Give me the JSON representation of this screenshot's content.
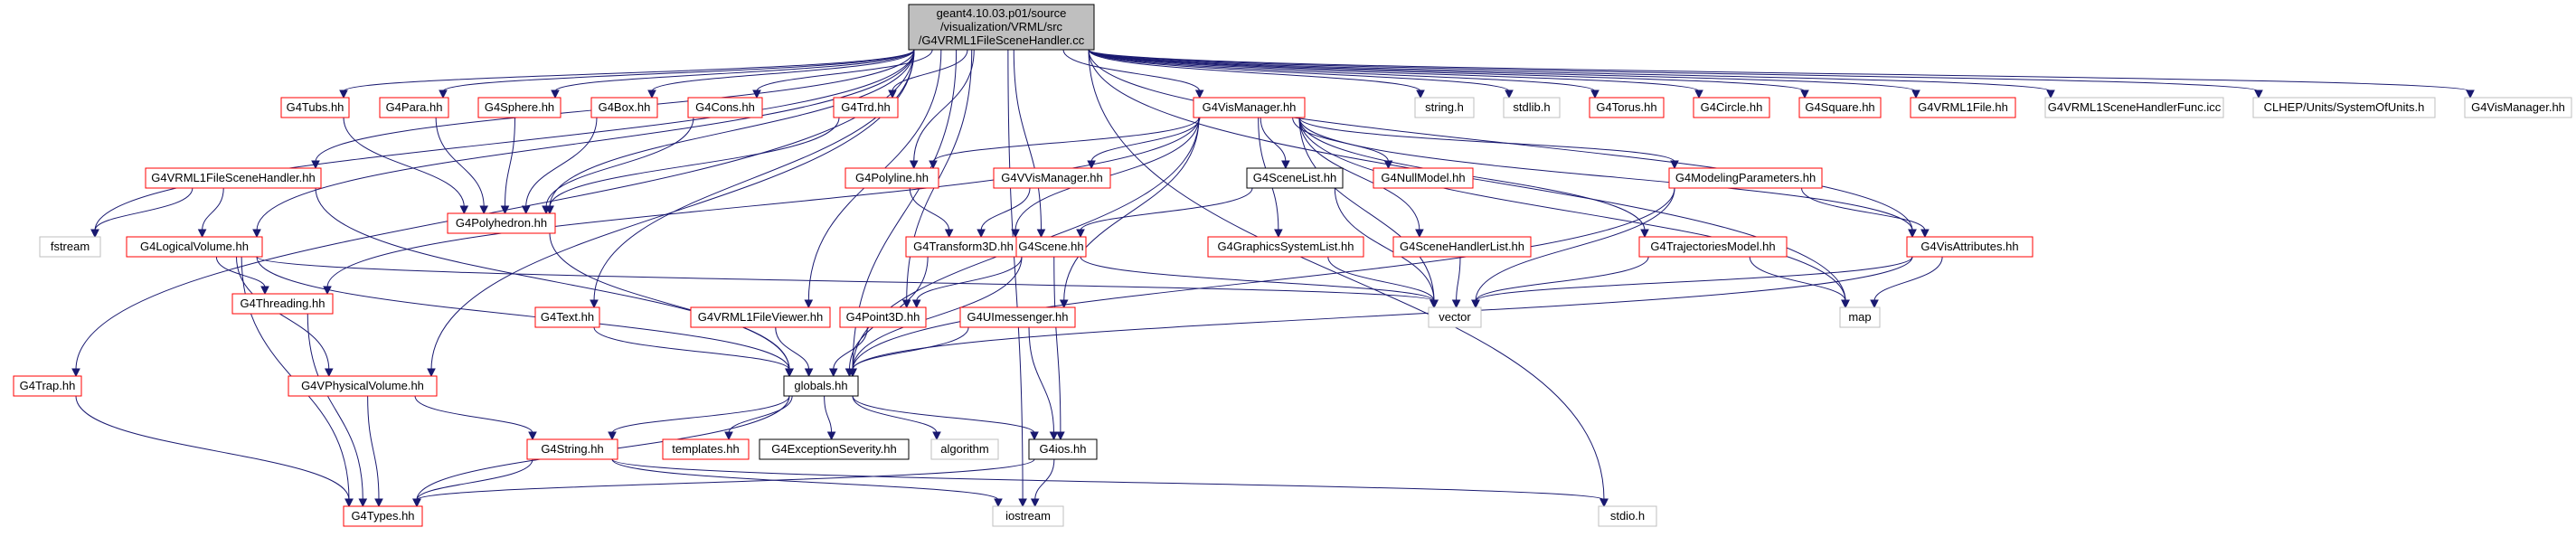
{
  "colors": {
    "edge": "#191970",
    "border_missing": "#ff0000",
    "border_documented": "#000000",
    "border_external": "#bfbfbf",
    "root_fill": "#bfbfbf"
  },
  "nodes": [
    {
      "id": "root",
      "lines": [
        "geant4.10.03.p01/source",
        "/visualization/VRML/src",
        "/G4VRML1FileSceneHandler.cc"
      ],
      "kind": "root"
    },
    {
      "id": "tubs",
      "lines": [
        "G4Tubs.hh"
      ],
      "kind": "missing"
    },
    {
      "id": "para",
      "lines": [
        "G4Para.hh"
      ],
      "kind": "missing"
    },
    {
      "id": "sphere",
      "lines": [
        "G4Sphere.hh"
      ],
      "kind": "missing"
    },
    {
      "id": "box",
      "lines": [
        "G4Box.hh"
      ],
      "kind": "missing"
    },
    {
      "id": "cons",
      "lines": [
        "G4Cons.hh"
      ],
      "kind": "missing"
    },
    {
      "id": "trd",
      "lines": [
        "G4Trd.hh"
      ],
      "kind": "missing"
    },
    {
      "id": "vismgr",
      "lines": [
        "G4VisManager.hh"
      ],
      "kind": "missing"
    },
    {
      "id": "stringh",
      "lines": [
        "string.h"
      ],
      "kind": "external"
    },
    {
      "id": "stdlibh",
      "lines": [
        "stdlib.h"
      ],
      "kind": "external"
    },
    {
      "id": "torus",
      "lines": [
        "G4Torus.hh"
      ],
      "kind": "missing"
    },
    {
      "id": "circle",
      "lines": [
        "G4Circle.hh"
      ],
      "kind": "missing"
    },
    {
      "id": "square",
      "lines": [
        "G4Square.hh"
      ],
      "kind": "missing"
    },
    {
      "id": "vrml1file",
      "lines": [
        "G4VRML1File.hh"
      ],
      "kind": "missing"
    },
    {
      "id": "shfunc",
      "lines": [
        "G4VRML1SceneHandlerFunc.icc"
      ],
      "kind": "external"
    },
    {
      "id": "clhep",
      "lines": [
        "CLHEP/Units/SystemOfUnits.h"
      ],
      "kind": "external"
    },
    {
      "id": "vismgr2",
      "lines": [
        "G4VisManager.hh"
      ],
      "kind": "external"
    },
    {
      "id": "vrmlsh",
      "lines": [
        "G4VRML1FileSceneHandler.hh"
      ],
      "kind": "missing"
    },
    {
      "id": "polyhedron",
      "lines": [
        "G4Polyhedron.hh"
      ],
      "kind": "missing"
    },
    {
      "id": "polyline",
      "lines": [
        "G4Polyline.hh"
      ],
      "kind": "missing"
    },
    {
      "id": "vvismgr",
      "lines": [
        "G4VVisManager.hh"
      ],
      "kind": "missing"
    },
    {
      "id": "scenelist",
      "lines": [
        "G4SceneList.hh"
      ],
      "kind": "documented"
    },
    {
      "id": "nullmodel",
      "lines": [
        "G4NullModel.hh"
      ],
      "kind": "missing"
    },
    {
      "id": "modparams",
      "lines": [
        "G4ModelingParameters.hh"
      ],
      "kind": "missing"
    },
    {
      "id": "fstream",
      "lines": [
        "fstream"
      ],
      "kind": "external"
    },
    {
      "id": "logvol",
      "lines": [
        "G4LogicalVolume.hh"
      ],
      "kind": "missing"
    },
    {
      "id": "transform3d",
      "lines": [
        "G4Transform3D.hh"
      ],
      "kind": "missing"
    },
    {
      "id": "scene",
      "lines": [
        "G4Scene.hh"
      ],
      "kind": "missing"
    },
    {
      "id": "gsyslist",
      "lines": [
        "G4GraphicsSystemList.hh"
      ],
      "kind": "missing"
    },
    {
      "id": "shlist",
      "lines": [
        "G4SceneHandlerList.hh"
      ],
      "kind": "missing"
    },
    {
      "id": "trajmodel",
      "lines": [
        "G4TrajectoriesModel.hh"
      ],
      "kind": "missing"
    },
    {
      "id": "visattr",
      "lines": [
        "G4VisAttributes.hh"
      ],
      "kind": "missing"
    },
    {
      "id": "threading",
      "lines": [
        "G4Threading.hh"
      ],
      "kind": "missing"
    },
    {
      "id": "text",
      "lines": [
        "G4Text.hh"
      ],
      "kind": "missing"
    },
    {
      "id": "vrmlviewer",
      "lines": [
        "G4VRML1FileViewer.hh"
      ],
      "kind": "missing"
    },
    {
      "id": "point3d",
      "lines": [
        "G4Point3D.hh"
      ],
      "kind": "missing"
    },
    {
      "id": "uimessenger",
      "lines": [
        "G4UImessenger.hh"
      ],
      "kind": "missing"
    },
    {
      "id": "vector",
      "lines": [
        "vector"
      ],
      "kind": "external"
    },
    {
      "id": "map",
      "lines": [
        "map"
      ],
      "kind": "external"
    },
    {
      "id": "trap",
      "lines": [
        "G4Trap.hh"
      ],
      "kind": "missing"
    },
    {
      "id": "vphysvol",
      "lines": [
        "G4VPhysicalVolume.hh"
      ],
      "kind": "missing"
    },
    {
      "id": "globals",
      "lines": [
        "globals.hh"
      ],
      "kind": "documented"
    },
    {
      "id": "g4string",
      "lines": [
        "G4String.hh"
      ],
      "kind": "missing"
    },
    {
      "id": "templates",
      "lines": [
        "templates.hh"
      ],
      "kind": "missing"
    },
    {
      "id": "exsev",
      "lines": [
        "G4ExceptionSeverity.hh"
      ],
      "kind": "documented"
    },
    {
      "id": "algorithm",
      "lines": [
        "algorithm"
      ],
      "kind": "external"
    },
    {
      "id": "g4ios",
      "lines": [
        "G4ios.hh"
      ],
      "kind": "documented"
    },
    {
      "id": "types",
      "lines": [
        "G4Types.hh"
      ],
      "kind": "missing"
    },
    {
      "id": "iostream",
      "lines": [
        "iostream"
      ],
      "kind": "external"
    },
    {
      "id": "stdioh",
      "lines": [
        "stdio.h"
      ],
      "kind": "external"
    }
  ],
  "edges": [
    [
      "root",
      "tubs"
    ],
    [
      "root",
      "para"
    ],
    [
      "root",
      "sphere"
    ],
    [
      "root",
      "box"
    ],
    [
      "root",
      "cons"
    ],
    [
      "root",
      "trd"
    ],
    [
      "root",
      "vismgr"
    ],
    [
      "root",
      "stringh"
    ],
    [
      "root",
      "stdlibh"
    ],
    [
      "root",
      "torus"
    ],
    [
      "root",
      "circle"
    ],
    [
      "root",
      "square"
    ],
    [
      "root",
      "vrml1file"
    ],
    [
      "root",
      "shfunc"
    ],
    [
      "root",
      "clhep"
    ],
    [
      "root",
      "vismgr2"
    ],
    [
      "root",
      "vrmlsh"
    ],
    [
      "root",
      "fstream"
    ],
    [
      "root",
      "logvol"
    ],
    [
      "root",
      "trap"
    ],
    [
      "root",
      "vphysvol"
    ],
    [
      "root",
      "globals"
    ],
    [
      "root",
      "text"
    ],
    [
      "root",
      "vrmlviewer"
    ],
    [
      "root",
      "polyline"
    ],
    [
      "root",
      "polyhedron"
    ],
    [
      "root",
      "scene"
    ],
    [
      "root",
      "point3d"
    ],
    [
      "root",
      "visattr"
    ],
    [
      "root",
      "map"
    ],
    [
      "root",
      "iostream"
    ],
    [
      "root",
      "stdioh"
    ],
    [
      "tubs",
      "polyhedron"
    ],
    [
      "para",
      "polyhedron"
    ],
    [
      "sphere",
      "polyhedron"
    ],
    [
      "box",
      "polyhedron"
    ],
    [
      "cons",
      "polyhedron"
    ],
    [
      "trd",
      "polyhedron"
    ],
    [
      "vrmlsh",
      "fstream"
    ],
    [
      "vrmlsh",
      "logvol"
    ],
    [
      "vrmlsh",
      "globals"
    ],
    [
      "polyhedron",
      "globals"
    ],
    [
      "vismgr",
      "polyline"
    ],
    [
      "vismgr",
      "vvismgr"
    ],
    [
      "vismgr",
      "scenelist"
    ],
    [
      "vismgr",
      "nullmodel"
    ],
    [
      "vismgr",
      "modparams"
    ],
    [
      "vismgr",
      "gsyslist"
    ],
    [
      "vismgr",
      "shlist"
    ],
    [
      "vismgr",
      "trajmodel"
    ],
    [
      "vismgr",
      "visattr"
    ],
    [
      "vismgr",
      "transform3d"
    ],
    [
      "vismgr",
      "uimessenger"
    ],
    [
      "vismgr",
      "vector"
    ],
    [
      "vismgr",
      "threading"
    ],
    [
      "vismgr",
      "map"
    ],
    [
      "vismgr",
      "globals"
    ],
    [
      "polyline",
      "transform3d"
    ],
    [
      "vvismgr",
      "transform3d"
    ],
    [
      "scenelist",
      "scene"
    ],
    [
      "scenelist",
      "vector"
    ],
    [
      "modparams",
      "visattr"
    ],
    [
      "modparams",
      "vector"
    ],
    [
      "modparams",
      "globals"
    ],
    [
      "logvol",
      "threading"
    ],
    [
      "logvol",
      "vphysvol"
    ],
    [
      "logvol",
      "types"
    ],
    [
      "logvol",
      "vector"
    ],
    [
      "logvol",
      "globals"
    ],
    [
      "transform3d",
      "globals"
    ],
    [
      "scene",
      "point3d"
    ],
    [
      "scene",
      "vector"
    ],
    [
      "scene",
      "globals"
    ],
    [
      "scene",
      "g4ios"
    ],
    [
      "gsyslist",
      "vector"
    ],
    [
      "shlist",
      "vector"
    ],
    [
      "trajmodel",
      "vector"
    ],
    [
      "trajmodel",
      "map"
    ],
    [
      "visattr",
      "vector"
    ],
    [
      "visattr",
      "map"
    ],
    [
      "visattr",
      "globals"
    ],
    [
      "threading",
      "types"
    ],
    [
      "text",
      "globals"
    ],
    [
      "vrmlviewer",
      "globals"
    ],
    [
      "point3d",
      "globals"
    ],
    [
      "uimessenger",
      "globals"
    ],
    [
      "uimessenger",
      "g4ios"
    ],
    [
      "trap",
      "types"
    ],
    [
      "vphysvol",
      "g4string"
    ],
    [
      "vphysvol",
      "types"
    ],
    [
      "globals",
      "g4string"
    ],
    [
      "globals",
      "templates"
    ],
    [
      "globals",
      "exsev"
    ],
    [
      "globals",
      "algorithm"
    ],
    [
      "globals",
      "g4ios"
    ],
    [
      "globals",
      "types"
    ],
    [
      "g4string",
      "types"
    ],
    [
      "g4string",
      "iostream"
    ],
    [
      "g4string",
      "stdioh"
    ],
    [
      "g4ios",
      "types"
    ],
    [
      "g4ios",
      "iostream"
    ]
  ]
}
